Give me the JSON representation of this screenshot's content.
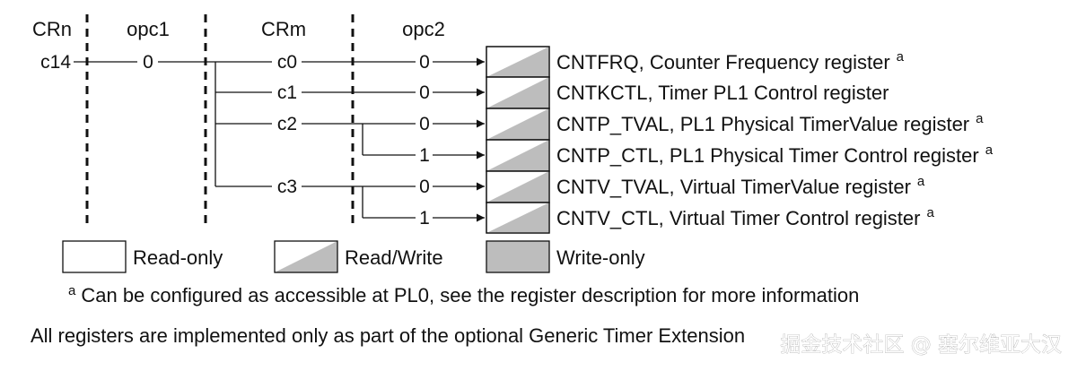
{
  "headers": {
    "crn": "CRn",
    "opc1": "opc1",
    "crm": "CRm",
    "opc2": "opc2"
  },
  "crn_value": "c14",
  "opc1_value": "0",
  "crm_values": [
    "c0",
    "c1",
    "c2",
    "c3"
  ],
  "registers": [
    {
      "opc2": "0",
      "name": "CNTFRQ, Counter Frequency register",
      "mark": "a",
      "access": "read-write"
    },
    {
      "opc2": "0",
      "name": "CNTKCTL, Timer PL1 Control register",
      "mark": "",
      "access": "read-write"
    },
    {
      "opc2": "0",
      "name": "CNTP_TVAL, PL1 Physical TimerValue register",
      "mark": "a",
      "access": "read-write"
    },
    {
      "opc2": "1",
      "name": "CNTP_CTL, PL1 Physical Timer Control register",
      "mark": "a",
      "access": "read-write"
    },
    {
      "opc2": "0",
      "name": "CNTV_TVAL, Virtual TimerValue register",
      "mark": "a",
      "access": "read-write"
    },
    {
      "opc2": "1",
      "name": "CNTV_CTL, Virtual Timer Control register",
      "mark": "a",
      "access": "read-write"
    }
  ],
  "legend": [
    {
      "label": "Read-only",
      "access": "read-only"
    },
    {
      "label": "Read/Write",
      "access": "read-write"
    },
    {
      "label": "Write-only",
      "access": "write-only"
    }
  ],
  "footnote": {
    "mark": "a",
    "text": "Can be configured as accessible at PL0, see the register description for more information"
  },
  "note": "All registers are implemented only as part of the optional Generic Timer Extension",
  "watermark": "掘金技术社区 @ 塞尔维亚大汉",
  "colors": {
    "line": "#111111",
    "fill_gray": "#bdbdbd",
    "fill_white": "#ffffff"
  }
}
